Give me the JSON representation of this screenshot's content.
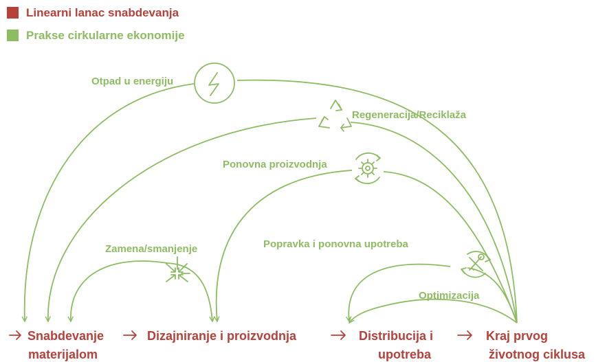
{
  "colors": {
    "linear": "#b5413a",
    "circular": "#8dbc63"
  },
  "legend": {
    "linear_label": "Linearni lanac snabdevanja",
    "circular_label": "Prakse cirkularne ekonomije"
  },
  "stages": {
    "materials": {
      "line1": "Snabdevanje",
      "line2": "materijalom"
    },
    "design": {
      "line1": "Dizajniranje i proizvodnja"
    },
    "distribution": {
      "line1": "Distribucija i",
      "line2": "upotreba"
    },
    "end_of_life": {
      "line1": "Kraj prvog",
      "line2": "životnog ciklusa"
    }
  },
  "practices": {
    "waste_to_energy": "Otpad u energiju",
    "recycling": "Regeneracija/Reciklaža",
    "remanufacturing": "Ponovna proizvodnja",
    "substitution": "Zamena/smanjenje",
    "repair_reuse": "Popravka i ponovna upotreba",
    "optimization": "Optimizacija"
  },
  "icons": {
    "waste_to_energy": "lightning-icon",
    "recycling": "recycle-icon",
    "remanufacturing": "gear-cycle-icon",
    "substitution": "converging-arrows-icon",
    "repair_reuse": "tools-cycle-icon"
  }
}
